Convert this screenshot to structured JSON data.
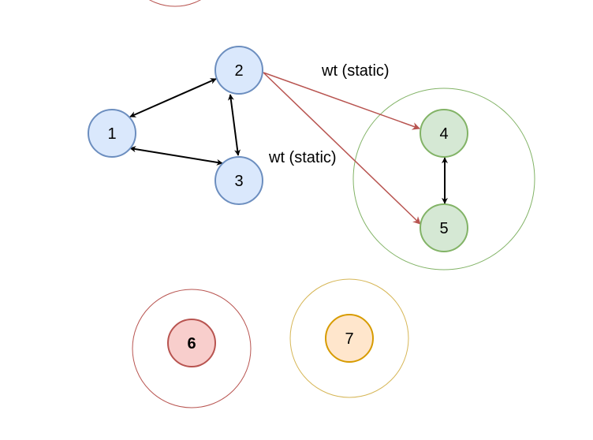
{
  "diagram": {
    "nodes": [
      {
        "id": "1",
        "label": "1",
        "fill": "#dae8fc",
        "stroke": "#6c8ebf",
        "bold": false
      },
      {
        "id": "2",
        "label": "2",
        "fill": "#dae8fc",
        "stroke": "#6c8ebf",
        "bold": false
      },
      {
        "id": "3",
        "label": "3",
        "fill": "#dae8fc",
        "stroke": "#6c8ebf",
        "bold": false
      },
      {
        "id": "4",
        "label": "4",
        "fill": "#d5e8d4",
        "stroke": "#82b366",
        "bold": false
      },
      {
        "id": "5",
        "label": "5",
        "fill": "#d5e8d4",
        "stroke": "#82b366",
        "bold": false
      },
      {
        "id": "6",
        "label": "6",
        "fill": "#f8cecc",
        "stroke": "#b85450",
        "bold": true
      },
      {
        "id": "7",
        "label": "7",
        "fill": "#ffe6cc",
        "stroke": "#d79b00",
        "bold": false
      }
    ],
    "groups": [
      {
        "id": "group-green",
        "stroke": "#82b366"
      },
      {
        "id": "group-red",
        "stroke": "#b85450"
      },
      {
        "id": "group-orange",
        "stroke": "#d6b656"
      },
      {
        "id": "group-top-partial",
        "stroke": "#b85450"
      }
    ],
    "edges": [
      {
        "from": "1",
        "to": "2",
        "bidirectional": true,
        "color": "#000000"
      },
      {
        "from": "1",
        "to": "3",
        "bidirectional": true,
        "color": "#000000"
      },
      {
        "from": "2",
        "to": "3",
        "bidirectional": true,
        "color": "#000000"
      },
      {
        "from": "4",
        "to": "5",
        "bidirectional": true,
        "color": "#000000"
      },
      {
        "from": "2",
        "to": "4",
        "bidirectional": false,
        "color": "#b85450"
      },
      {
        "from": "2",
        "to": "5",
        "bidirectional": false,
        "color": "#b85450"
      }
    ],
    "edge_labels": {
      "to4": "wt (static)",
      "to5": "wt (static)"
    }
  }
}
